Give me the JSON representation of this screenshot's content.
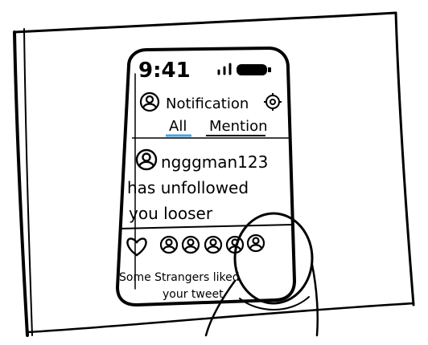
{
  "phone": {
    "status_bar": {
      "time": "9:41"
    },
    "header": {
      "title": "Notification"
    },
    "tabs": [
      {
        "label": "All",
        "active": true
      },
      {
        "label": "Mention",
        "active": false
      }
    ],
    "notifications": [
      {
        "username": "ngggman123",
        "message_line1": "has unfollowed",
        "message_line2": "you looser"
      },
      {
        "message_line1": "Some Strangers liked",
        "message_line2": "your tweet"
      }
    ]
  },
  "colors": {
    "ink": "#000000",
    "paper": "#ffffff",
    "accent_tab_underline": "#4aa3df"
  },
  "icons": [
    "avatar-icon",
    "settings-gear-icon",
    "heart-icon",
    "signal-icon",
    "battery-icon"
  ]
}
